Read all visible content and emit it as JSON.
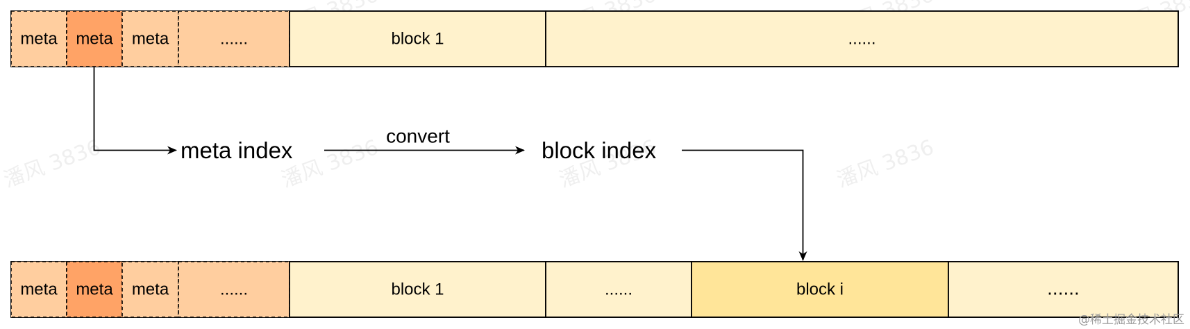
{
  "top_row": {
    "cells": [
      {
        "label": "meta"
      },
      {
        "label": "meta"
      },
      {
        "label": "meta"
      },
      {
        "label": "......"
      },
      {
        "label": "block 1"
      },
      {
        "label": "......"
      }
    ]
  },
  "bottom_row": {
    "cells": [
      {
        "label": "meta"
      },
      {
        "label": "meta"
      },
      {
        "label": "meta"
      },
      {
        "label": "......"
      },
      {
        "label": "block 1"
      },
      {
        "label": "......"
      },
      {
        "label": "block i"
      },
      {
        "label": "......"
      }
    ]
  },
  "flow": {
    "meta_index": "meta index",
    "convert": "convert",
    "block_index": "block index"
  },
  "watermark": {
    "tile": "潘风 3836",
    "credit": "@稀土掘金技术社区"
  },
  "colors": {
    "meta_fill": "#FFCE9F",
    "meta_highlight_fill": "#FFA366",
    "block_fill": "#FFF2CC",
    "block_highlight_fill": "#FFE599",
    "stroke": "#000000"
  }
}
